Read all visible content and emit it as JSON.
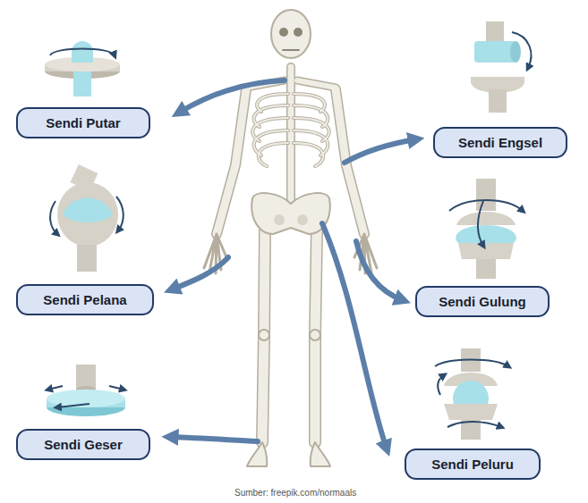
{
  "diagram": {
    "caption": "Sumber: freepik.com/normaals",
    "nodes": [
      {
        "text": [
          "Sendi Putar"
        ]
      },
      {
        "text": [
          "Sendi Engsel"
        ]
      },
      {
        "text": [
          "Sendi Pelana"
        ]
      },
      {
        "text": [
          "Sendi Gulung"
        ]
      },
      {
        "text": [
          "Sendi Geser"
        ]
      },
      {
        "text": [
          "Sendi Peluru"
        ]
      }
    ]
  }
}
